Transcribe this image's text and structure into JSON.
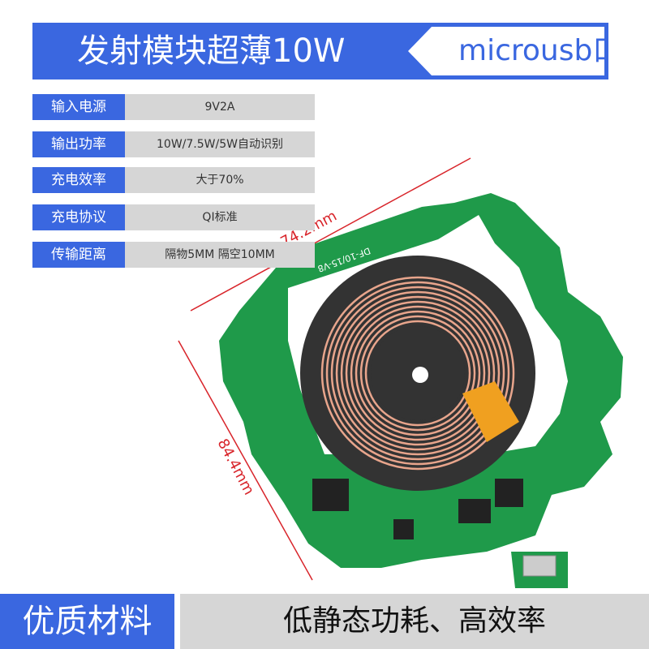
{
  "header": {
    "title": "发射模块超薄10W",
    "tag": "microusb口"
  },
  "specs": [
    {
      "label": "输入电源",
      "value": "9V2A"
    },
    {
      "label": "输出功率",
      "value": "10W/7.5W/5W自动识别"
    },
    {
      "label": "充电效率",
      "value": "大于70%"
    },
    {
      "label": "充电协议",
      "value": "QI标准"
    },
    {
      "label": "传输距离",
      "value": "隔物5MM 隔空10MM"
    }
  ],
  "dimensions": {
    "width": "74.2mm",
    "height": "84.4mm"
  },
  "board_marking": "DF-10/15-V8",
  "footer": {
    "left": "优质材料",
    "right": "低静态功耗、高效率"
  },
  "colors": {
    "brand_blue": "#3a67e0",
    "pcb_green": "#1f9a4a",
    "dimension_red": "#d8242a",
    "coil_copper": "#e8a58c"
  }
}
